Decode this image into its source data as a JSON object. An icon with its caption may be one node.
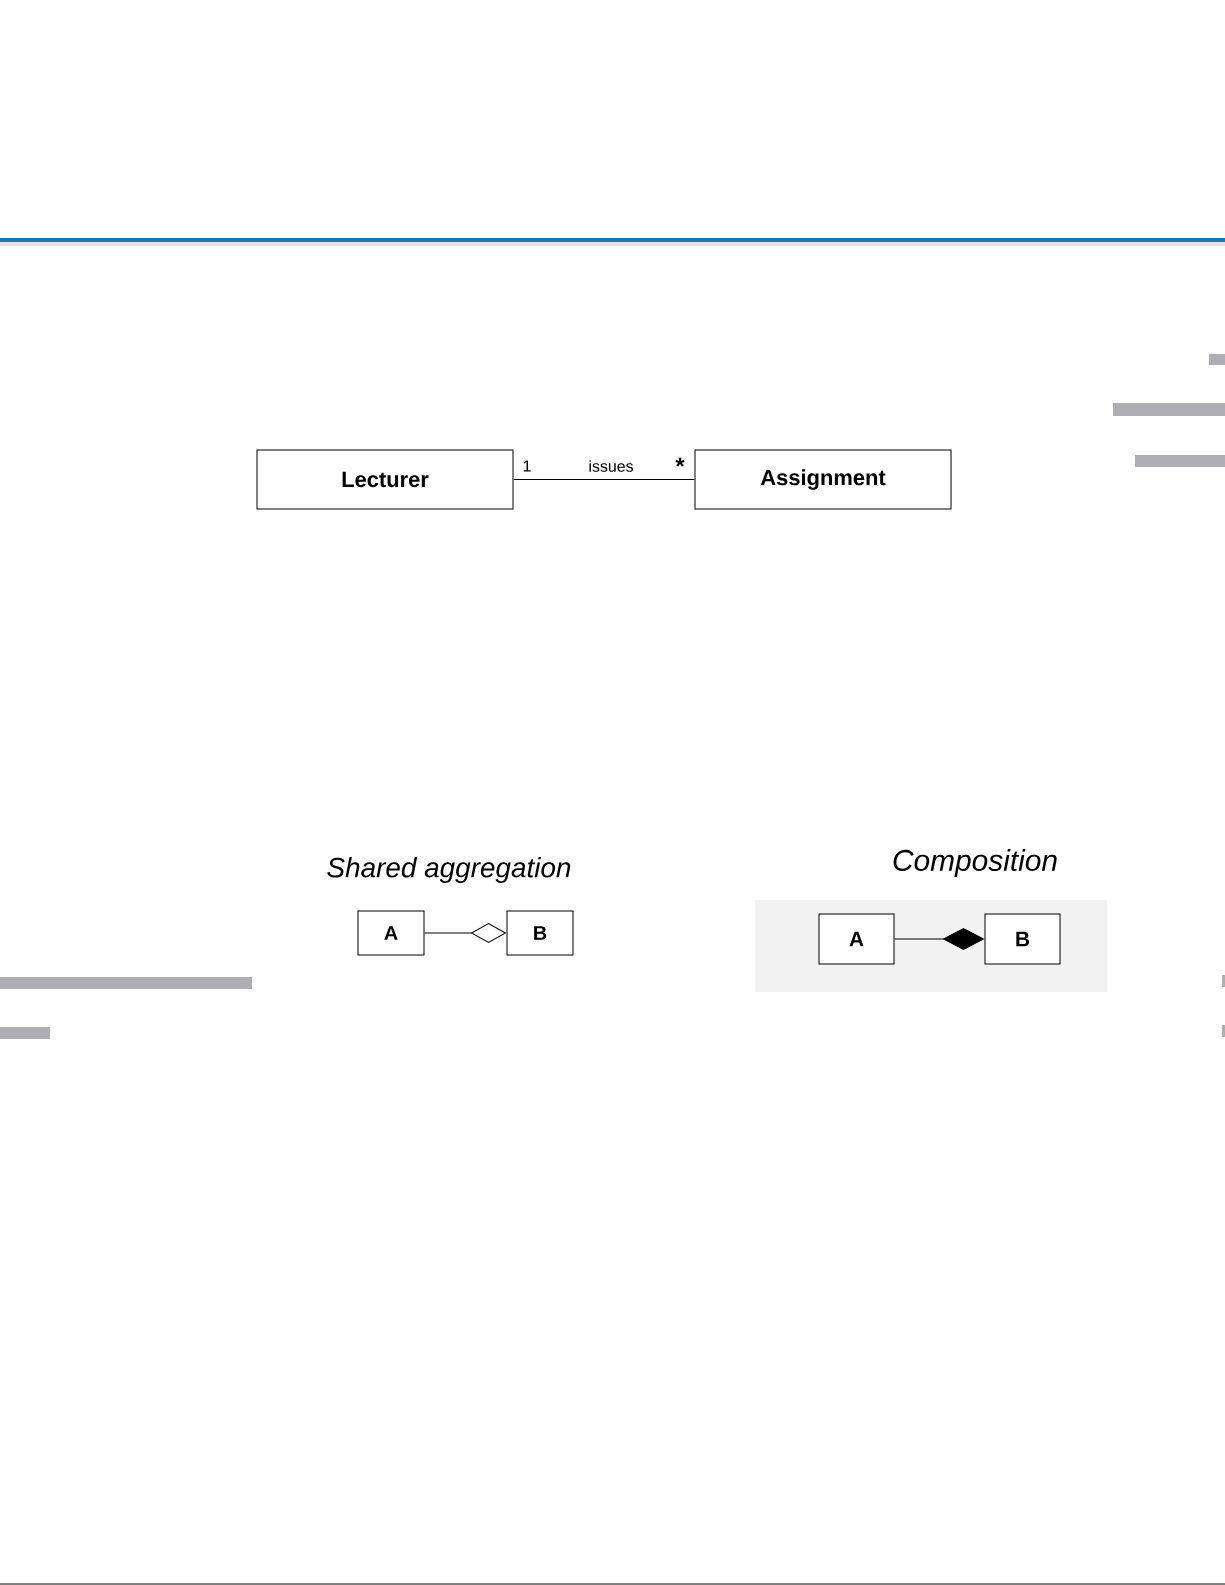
{
  "diagram": {
    "nodes": [
      {
        "text": [
          "Lecturer"
        ]
      },
      {
        "text": [
          "Assignment"
        ]
      },
      {
        "text": [
          "A"
        ]
      },
      {
        "text": [
          "B"
        ]
      },
      {
        "text": [
          "A"
        ]
      },
      {
        "text": [
          "B"
        ]
      }
    ],
    "edges": [
      {
        "from": 0,
        "to": 1,
        "arrow": "none",
        "label": "issues"
      },
      {
        "from": 2,
        "to": 3,
        "arrow": "other"
      },
      {
        "from": 4,
        "to": 5,
        "arrow": "other"
      }
    ],
    "labels": [
      "1",
      "*",
      "Shared aggregation",
      "Composition"
    ]
  }
}
